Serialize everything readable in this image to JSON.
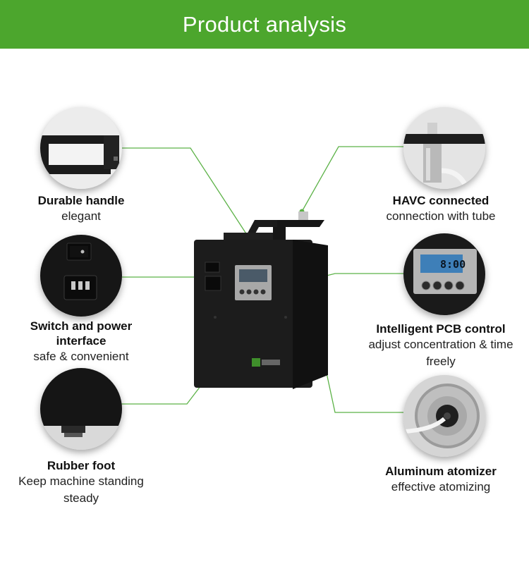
{
  "header": {
    "title": "Product analysis",
    "bg_color": "#4ca62d"
  },
  "accent_line_color": "#5cb247",
  "features": [
    {
      "id": "handle",
      "icon": "handle-closeup",
      "title": "Durable handle",
      "subtitle": "elegant"
    },
    {
      "id": "switch",
      "icon": "switch-closeup",
      "title": "Switch and power interface",
      "subtitle": "safe & convenient"
    },
    {
      "id": "foot",
      "icon": "foot-closeup",
      "title": "Rubber foot",
      "subtitle": "Keep machine standing steady"
    },
    {
      "id": "havc",
      "icon": "tube-closeup",
      "title": "HAVC connected",
      "subtitle": "connection with tube"
    },
    {
      "id": "pcb",
      "icon": "pcb-closeup",
      "title": "Intelligent PCB control",
      "subtitle": "adjust concentration & time freely",
      "display_time": "8:00"
    },
    {
      "id": "atomizer",
      "icon": "atomizer-closeup",
      "title": "Aluminum atomizer",
      "subtitle": "effective atomizing"
    }
  ]
}
